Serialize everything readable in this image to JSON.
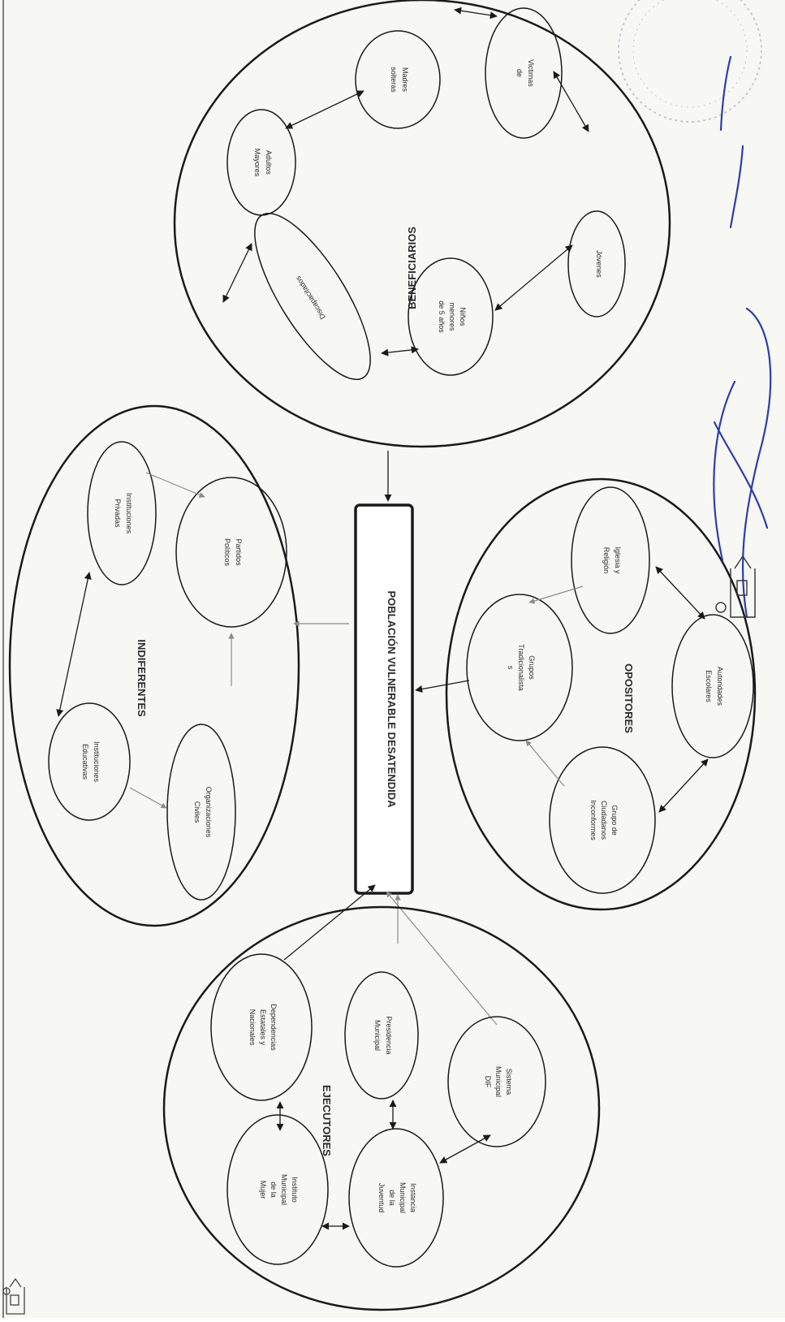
{
  "center": {
    "label": "POBLACIÓN VULNERABLE DESATENDIDA"
  },
  "groups": {
    "beneficiarios": {
      "title": "BENEFICIARIOS",
      "nodes": {
        "adultos_mayores": [
          "Adultos",
          "Mayores"
        ],
        "madres_solteras": [
          "Madres",
          "solteras"
        ],
        "victimas": [
          "Victimas",
          "de"
        ],
        "discapacitados": [
          "Discapacitados"
        ],
        "ninos": [
          "Niños",
          "menores",
          "de 5 años"
        ],
        "jovenes": [
          "Jóvenes"
        ]
      }
    },
    "indiferentes": {
      "title": "INDIFERENTES",
      "nodes": {
        "instituciones_privadas": [
          "Instituciones",
          "Privadas"
        ],
        "partidos_politicos": [
          "Partidos",
          "Políticos"
        ],
        "instituciones_educativas": [
          "Instituciones",
          "Educativas"
        ],
        "organizaciones_civiles": [
          "Organizaciones",
          "Civiles"
        ]
      }
    },
    "opositores": {
      "title": "OPOSITORES",
      "nodes": {
        "iglesia": [
          "Iglesia y",
          "Religión"
        ],
        "grupos_tradicionalistas": [
          "Grupos",
          "Tradicionalista",
          "s"
        ],
        "autoridades_escolares": [
          "Autoridades",
          "Escolares"
        ],
        "ciudadanos_inconformes": [
          "Grupo de",
          "Ciudadanos",
          "Inconformes"
        ]
      }
    },
    "ejecutores": {
      "title": "EJECUTORES",
      "nodes": {
        "dependencias": [
          "Dependencias",
          "Estatales y",
          "Nacionales"
        ],
        "presidencia": [
          "Presidencia",
          "Municipal"
        ],
        "dif": [
          "Sistema",
          "Municipal",
          "DIF"
        ],
        "instituto_mujer": [
          "Instituto",
          "Municipal",
          "de la",
          "Mujer"
        ],
        "instancia_juventud": [
          "Instancia",
          "Municipal",
          "de la",
          "Juventud"
        ]
      }
    }
  },
  "colors": {
    "line": "#1a1a1a",
    "light_line": "#8a8a8a",
    "signature_ink": "#2b3fae",
    "stamp": "#9aa0c8",
    "paper": "#f7f7f4"
  },
  "marks": {
    "signature": "handwritten signature (blue ink)",
    "stamp": "circular official stamp",
    "logo": "church/tower emblem"
  }
}
